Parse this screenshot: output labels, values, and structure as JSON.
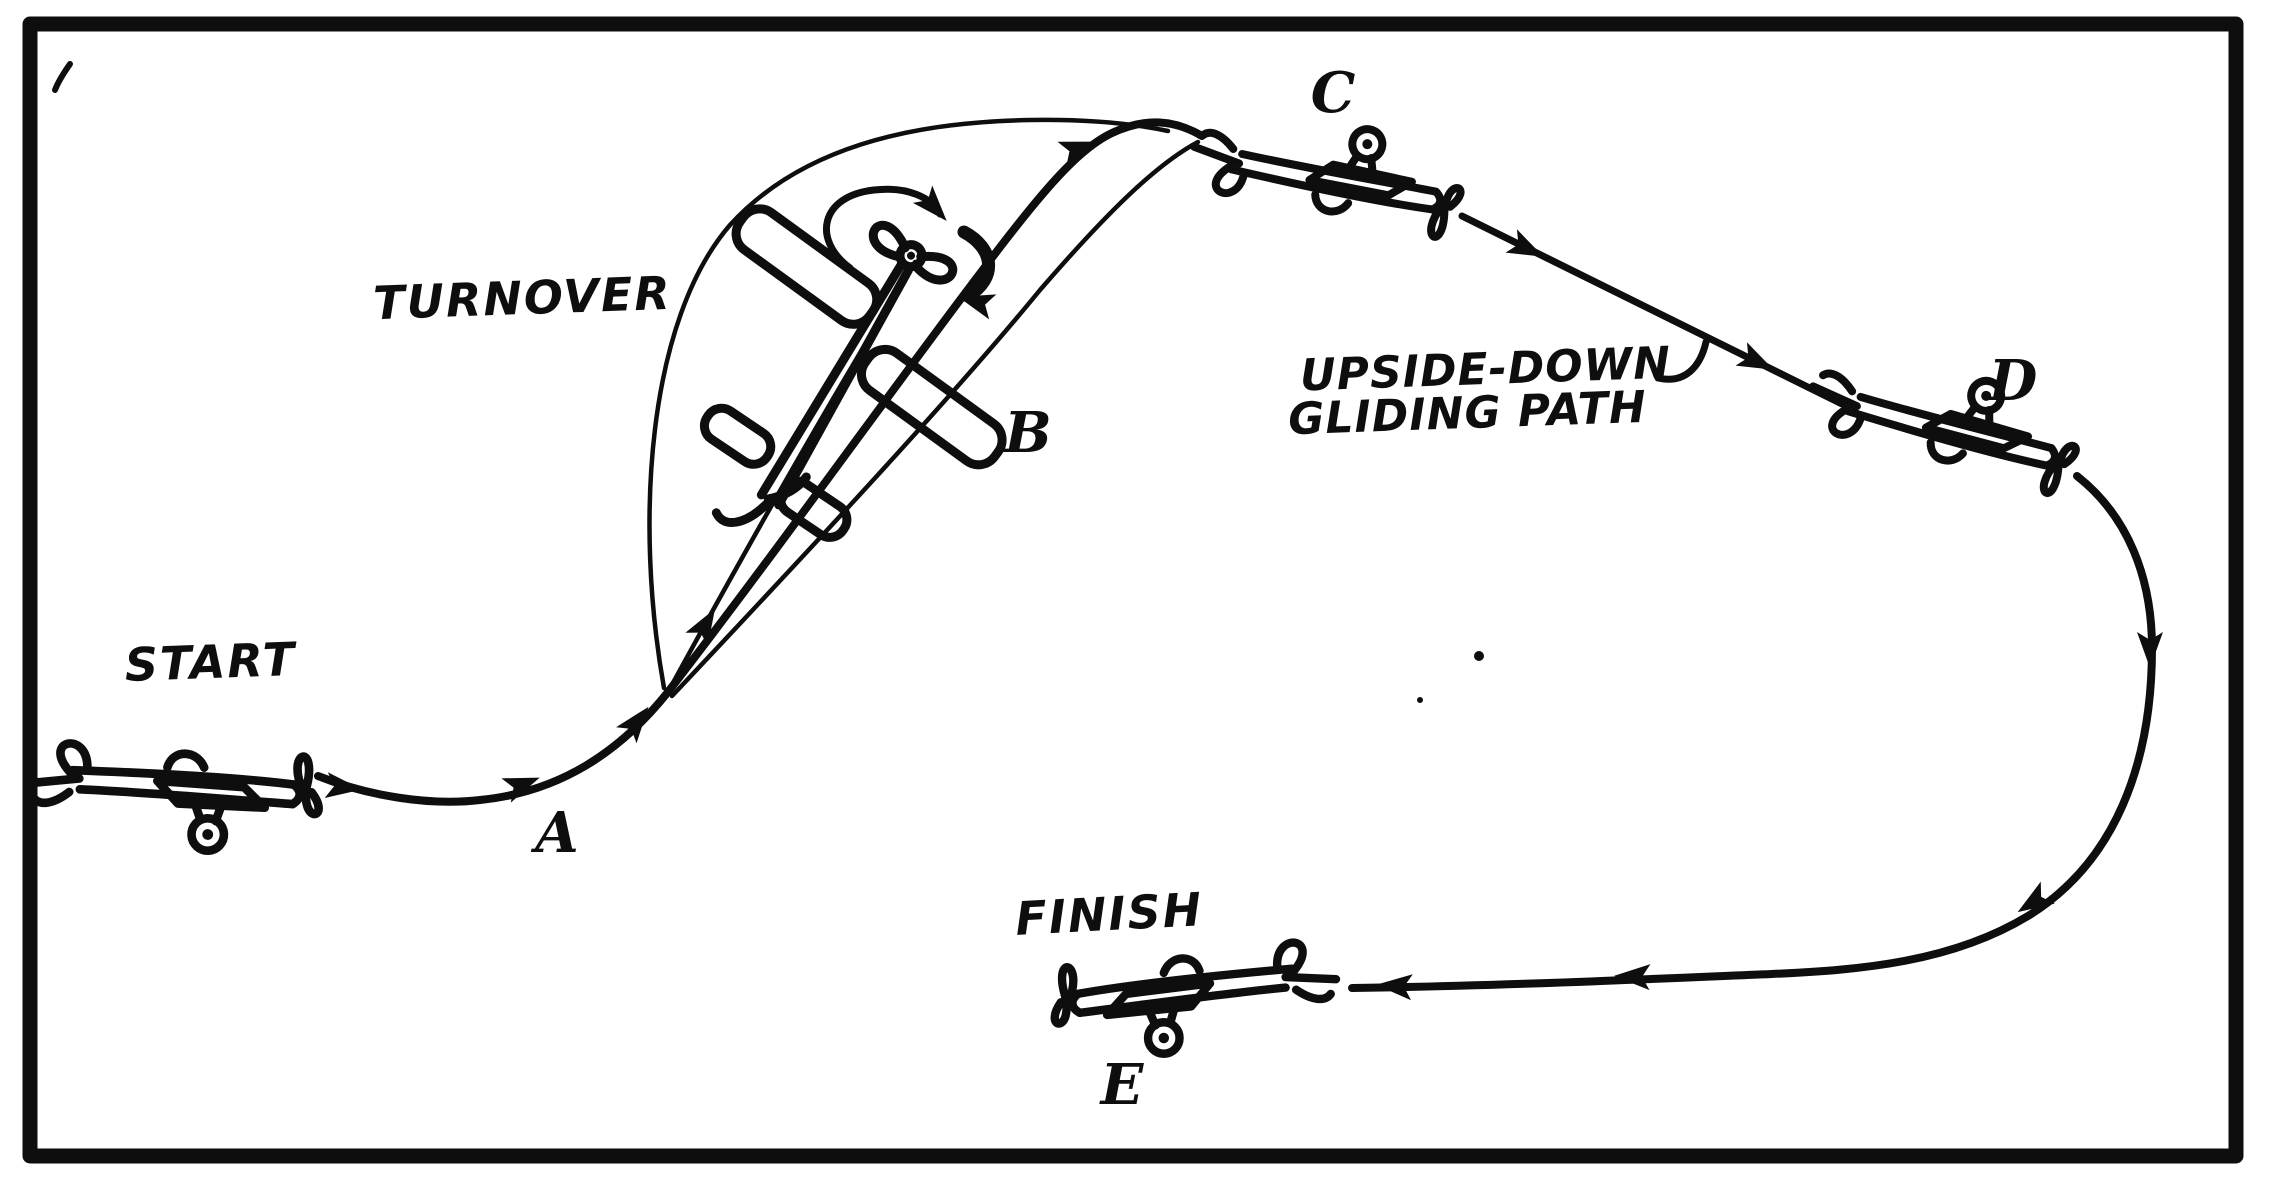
{
  "diagram": {
    "labels": {
      "turnover": "TURNOVER",
      "upside_down": "UPSIDE-DOWN",
      "gliding_path": "GLIDING PATH",
      "start": "START",
      "finish": "FINISH"
    },
    "waypoints": {
      "a": "A",
      "b": "B",
      "c": "C",
      "d": "D",
      "e": "E"
    },
    "colors": {
      "ink": "#0e0e0e",
      "paper": "#ffffff"
    }
  }
}
